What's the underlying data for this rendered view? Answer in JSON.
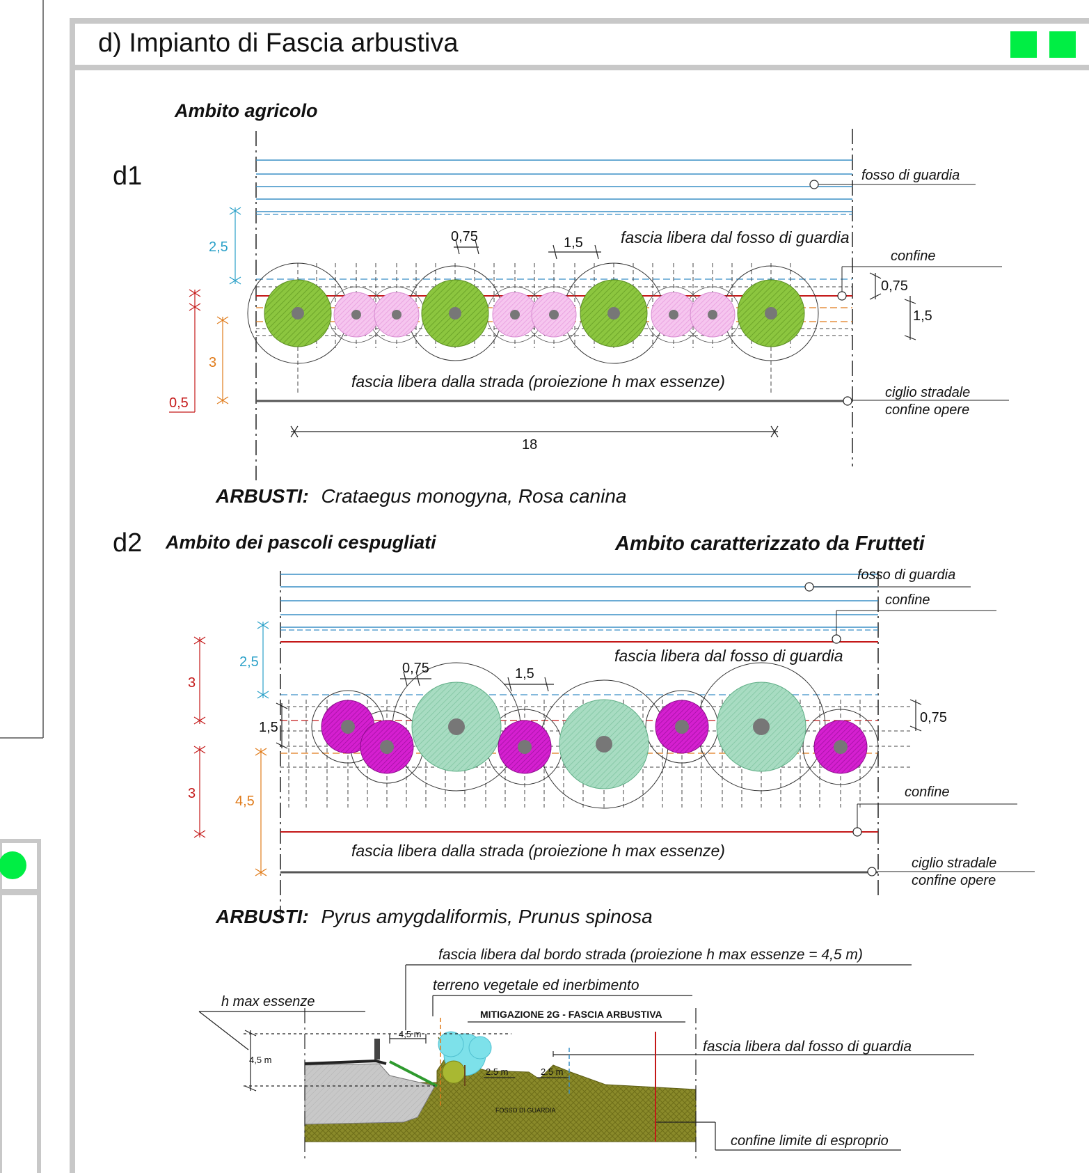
{
  "header": {
    "title": "d) Impianto di Fascia arbustiva",
    "accent_color": "#00ee44"
  },
  "d1": {
    "label": "d1",
    "ambito": "Ambito agricolo",
    "labels": {
      "fosso": "fosso di guardia",
      "fascia_fosso": "fascia libera dal fosso di guardia",
      "confine": "confine",
      "fascia_strada": "fascia libera dalla strada (proiezione h max essenze)",
      "ciglio": "ciglio stradale",
      "confine_opere": "confine opere"
    },
    "dims": {
      "d_075_top": "0,75",
      "d_15_top": "1,5",
      "d_25": "2,5",
      "d_075_right": "0,75",
      "d_15_right": "1,5",
      "d_3": "3",
      "d_05": "0,5",
      "d_18": "18"
    },
    "arbusti_label": "ARBUSTI:",
    "arbusti_species": "Crataegus monogyna, Rosa canina"
  },
  "d2": {
    "label": "d2",
    "ambito_left": "Ambito dei pascoli cespugliati",
    "ambito_right": "Ambito caratterizzato da Frutteti",
    "labels": {
      "fosso": "fosso di guardia",
      "confine_top": "confine",
      "fascia_fosso": "fascia libera dal fosso di guardia",
      "confine_bottom": "confine",
      "fascia_strada": "fascia libera dalla strada (proiezione h max essenze)",
      "ciglio": "ciglio stradale",
      "confine_opere": "confine opere"
    },
    "dims": {
      "d_075_top": "0,75",
      "d_15_top": "1,5",
      "d_25": "2,5",
      "d_3_top": "3",
      "d_15_left": "1,5",
      "d_3_bottom": "3",
      "d_45": "4,5",
      "d_075_right": "0,75"
    },
    "arbusti_label": "ARBUSTI:",
    "arbusti_species": "Pyrus amygdaliformis, Prunus spinosa"
  },
  "section": {
    "fascia_bordo": "fascia libera dal bordo strada (proiezione h max essenze = 4,5 m)",
    "terreno": "terreno vegetale ed inerbimento",
    "h_max": "h max essenze",
    "mitigazione": "MITIGAZIONE 2G - FASCIA ARBUSTIVA",
    "fascia_fosso": "fascia libera dal fosso di guardia",
    "dim_45_top": "4,5 m",
    "dim_45_left": "4,5 m",
    "dim_25_a": "2.5 m",
    "dim_25_b": "2.5 m",
    "fosso_label": "FOSSO DI GUARDIA",
    "confine_esproprio": "confine limite di esproprio"
  }
}
